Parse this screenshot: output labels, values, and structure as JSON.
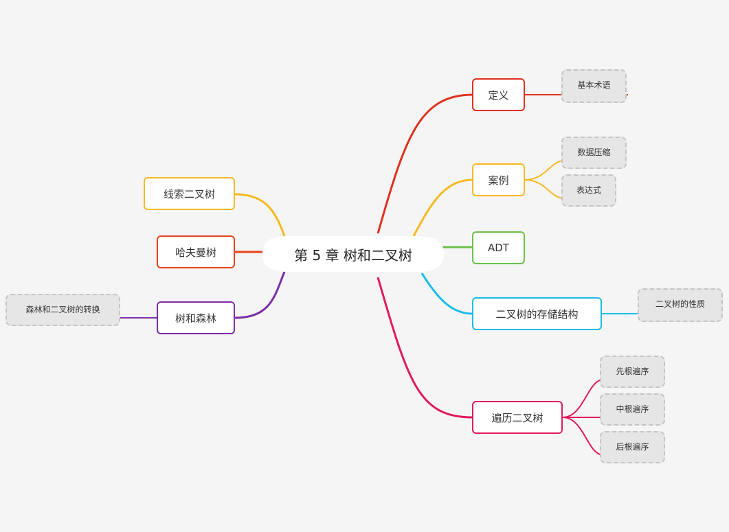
{
  "root": {
    "title": "第 5 章 树和二叉树"
  },
  "right_branches": [
    {
      "label": "定义",
      "color": "#e0301e",
      "children": [
        "基本术语"
      ]
    },
    {
      "label": "案例",
      "color": "#f5b922",
      "children": [
        "数据压缩",
        "表达式"
      ]
    },
    {
      "label": "ADT",
      "color": "#6cc04a",
      "children": []
    },
    {
      "label": "二叉树的存储结构",
      "color": "#19bde6",
      "children": [
        "二叉树的性质"
      ]
    },
    {
      "label": "遍历二叉树",
      "color": "#e3185a",
      "children": [
        "先根遍序",
        "中根遍序",
        "后根遍序"
      ]
    }
  ],
  "left_branches": [
    {
      "label": "线索二叉树",
      "color": "#f5b922",
      "children": []
    },
    {
      "label": "哈夫曼树",
      "color": "#e8421e",
      "children": []
    },
    {
      "label": "树和森林",
      "color": "#7b2ea6",
      "children": [
        "森林和二叉树的转换"
      ]
    }
  ]
}
